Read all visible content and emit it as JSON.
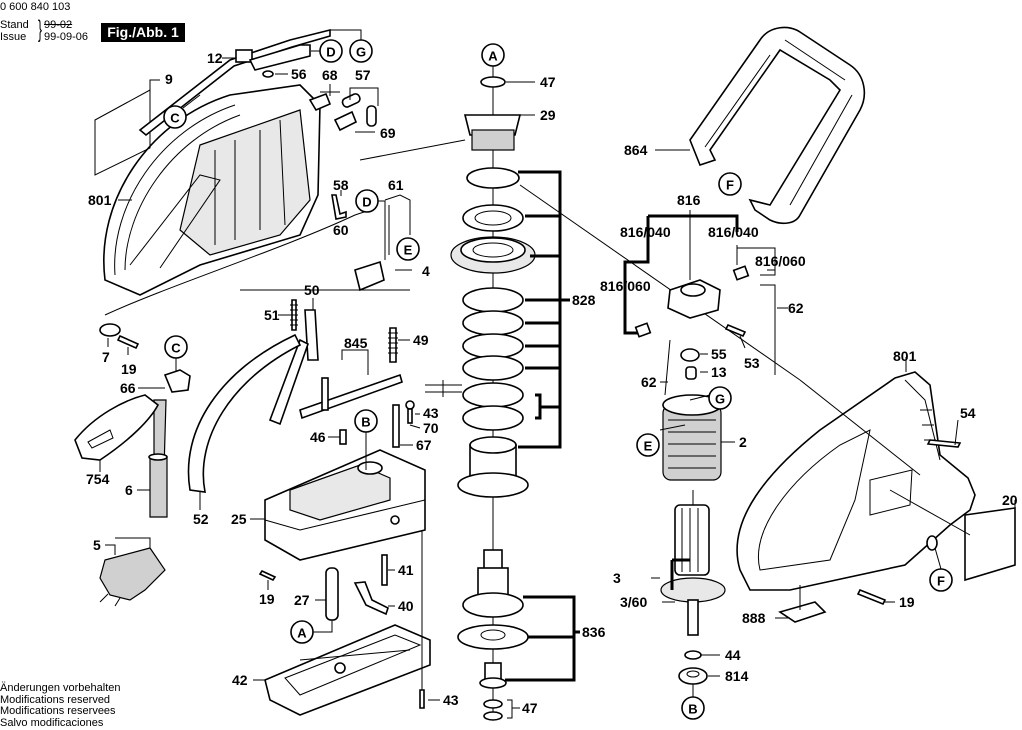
{
  "header": {
    "document_number": "0 600 840 103",
    "stand_label": "Stand",
    "issue_label": "Issue",
    "stand_date": "99-02",
    "issue_date": "99-09-06",
    "figure_label": "Fig./Abb. 1"
  },
  "footer_notes": [
    "Änderungen vorbehalten",
    "Modifications reserved",
    "Modifications reservees",
    "Salvo modificaciones"
  ],
  "reference_circles": {
    "A1": "A",
    "A2": "A",
    "B1": "B",
    "B2": "B",
    "C1": "C",
    "C2": "C",
    "D1": "D",
    "D2": "D",
    "E1": "E",
    "E2": "E",
    "F1": "F",
    "F2": "F",
    "G1": "G",
    "G2": "G"
  },
  "part_labels": {
    "p12": "12",
    "p9": "9",
    "p56": "56",
    "p68": "68",
    "p57": "57",
    "p69": "69",
    "p801a": "801",
    "p58": "58",
    "p61": "61",
    "p60": "60",
    "p4": "4",
    "p50": "50",
    "p51": "51",
    "p845": "845",
    "p49": "49",
    "p7": "7",
    "p19a": "19",
    "p66": "66",
    "p754": "754",
    "p6": "6",
    "p5": "5",
    "p52": "52",
    "p43a": "43",
    "p70": "70",
    "p46": "46",
    "p67": "67",
    "p25": "25",
    "p19b": "19",
    "p41": "41",
    "p27": "27",
    "p40": "40",
    "p42": "42",
    "p43b": "43",
    "p47a": "47",
    "p29": "29",
    "p828": "828",
    "p836": "836",
    "p47b": "47",
    "p864": "864",
    "p816": "816",
    "p816_040a": "816/040",
    "p816_040b": "816/040",
    "p816_060a": "816/060",
    "p816_060b": "816/060",
    "p62a": "62",
    "p55": "55",
    "p53": "53",
    "p13": "13",
    "p62b": "62",
    "p2": "2",
    "p3": "3",
    "p3_60": "3/60",
    "p44": "44",
    "p814": "814",
    "p801b": "801",
    "p54": "54",
    "p20": "20",
    "p888": "888",
    "p19c": "19"
  }
}
